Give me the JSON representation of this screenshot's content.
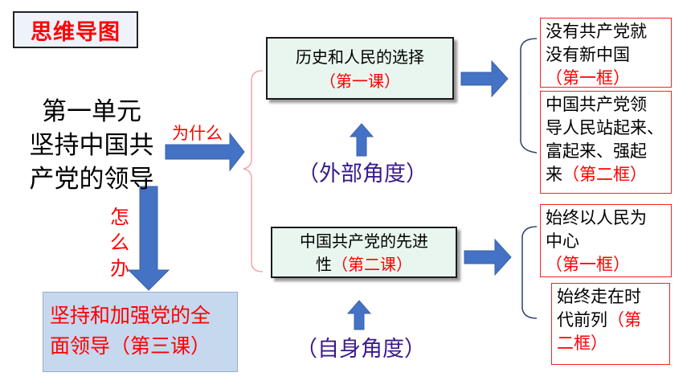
{
  "title": "思维导图",
  "center": {
    "line1": "第一单元",
    "line2": "坚持中国共",
    "line3": "产党的领导"
  },
  "labels": {
    "why": "为什么",
    "how": [
      "怎",
      "么",
      "办"
    ]
  },
  "lessons": [
    {
      "name": "历史和人民的选择",
      "lesson": "（第一课）"
    },
    {
      "name_l1": "中国共产党的先进",
      "name_l2": "性",
      "lesson": "（第二课）"
    },
    {
      "name_l1": "坚持和加强党的全",
      "name_l2": "面领导（第三课）"
    }
  ],
  "angles": {
    "outer": "（外部角度）",
    "self": "（自身角度）"
  },
  "frames": [
    {
      "lines": [
        "没有共产党就",
        "没有新中国"
      ],
      "frame": "（第一框）"
    },
    {
      "lines": [
        "中国共产党领",
        "导人民站起来、",
        "富起来、强起"
      ],
      "last": "来",
      "frame": "（第二框）"
    },
    {
      "lines": [
        "始终以人民为",
        "中心"
      ],
      "frame": "（第一框）"
    },
    {
      "lines": [
        "始终走在时"
      ],
      "l2": "代前列",
      "frame_a": "（第",
      "frame_b": "二框）"
    }
  ],
  "colors": {
    "accent_red": "#ff0000",
    "arrow_blue": "#4472c4",
    "angle_purple": "#3b1a8c"
  }
}
